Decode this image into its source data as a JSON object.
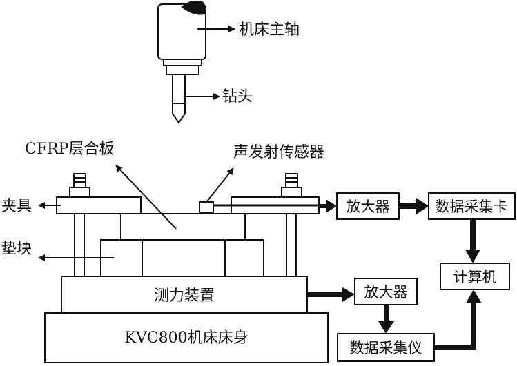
{
  "labels": {
    "spindle": "机床主轴",
    "drill": "钻头",
    "cfrp": "CFRP层合板",
    "ae_sensor": "声发射传感器",
    "clamp": "夹具",
    "pad": "垫块",
    "force_device": "测力装置",
    "machine_bed": "KVC800机床床身"
  },
  "boxes": {
    "amp_top": "放大器",
    "daq_card": "数据采集卡",
    "computer": "计算机",
    "amp_bottom": "放大器",
    "daq_instrument": "数据采集仪"
  }
}
